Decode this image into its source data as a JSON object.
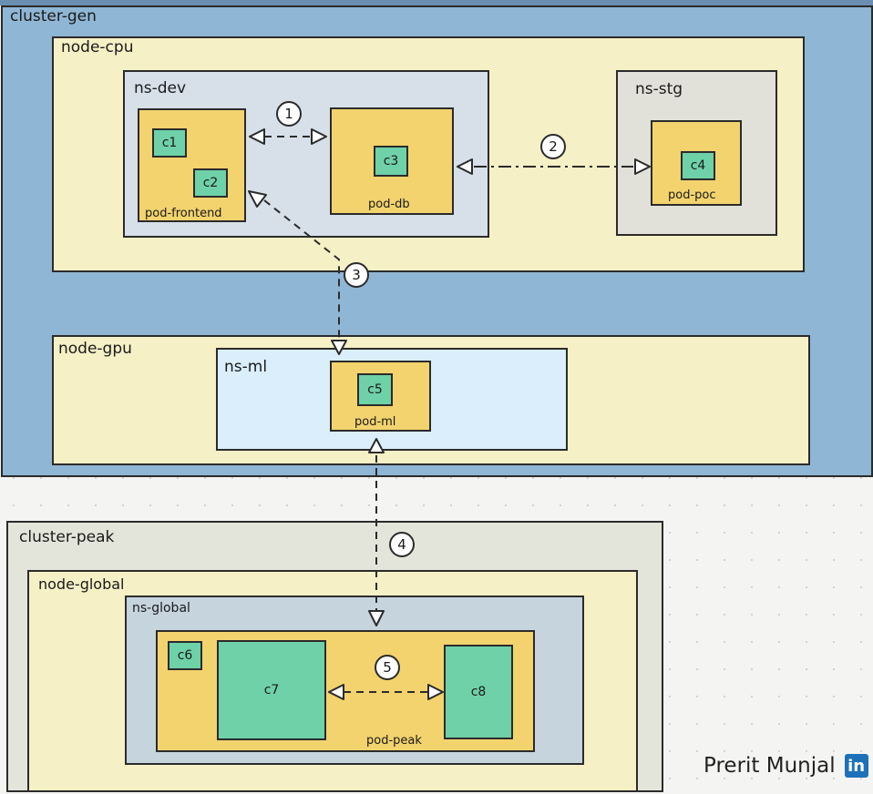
{
  "clusters": {
    "gen": {
      "label": "cluster-gen",
      "node_cpu": {
        "label": "node-cpu",
        "ns_dev": {
          "label": "ns-dev",
          "pod_frontend": {
            "label": "pod-frontend",
            "containers": [
              "c1",
              "c2"
            ]
          },
          "pod_db": {
            "label": "pod-db",
            "containers": [
              "c3"
            ]
          }
        },
        "ns_stg": {
          "label": "ns-stg",
          "pod_poc": {
            "label": "pod-poc",
            "containers": [
              "c4"
            ]
          }
        }
      },
      "node_gpu": {
        "label": "node-gpu",
        "ns_ml": {
          "label": "ns-ml",
          "pod_ml": {
            "label": "pod-ml",
            "containers": [
              "c5"
            ]
          }
        }
      }
    },
    "peak": {
      "label": "cluster-peak",
      "node_global": {
        "label": "node-global",
        "ns_global": {
          "label": "ns-global",
          "pod_peak": {
            "label": "pod-peak",
            "containers": [
              "c6",
              "c7",
              "c8"
            ]
          }
        }
      }
    }
  },
  "connections": [
    {
      "label": "1",
      "from": "pod-frontend",
      "to": "pod-db"
    },
    {
      "label": "2",
      "from": "pod-db",
      "to": "pod-poc"
    },
    {
      "label": "3",
      "from": "pod-frontend",
      "to": "pod-ml"
    },
    {
      "label": "4",
      "from": "pod-ml",
      "to": "pod-peak"
    },
    {
      "label": "5",
      "from": "c7",
      "to": "c8"
    }
  ],
  "watermark": {
    "name": "Prerit Munjal",
    "badge": "in"
  },
  "colors": {
    "cluster_gen": "#8fb6d4",
    "node": "#f6f0c6",
    "pod": "#f2d36e",
    "container": "#6fd1a8",
    "linkedin": "#1d71b8"
  }
}
